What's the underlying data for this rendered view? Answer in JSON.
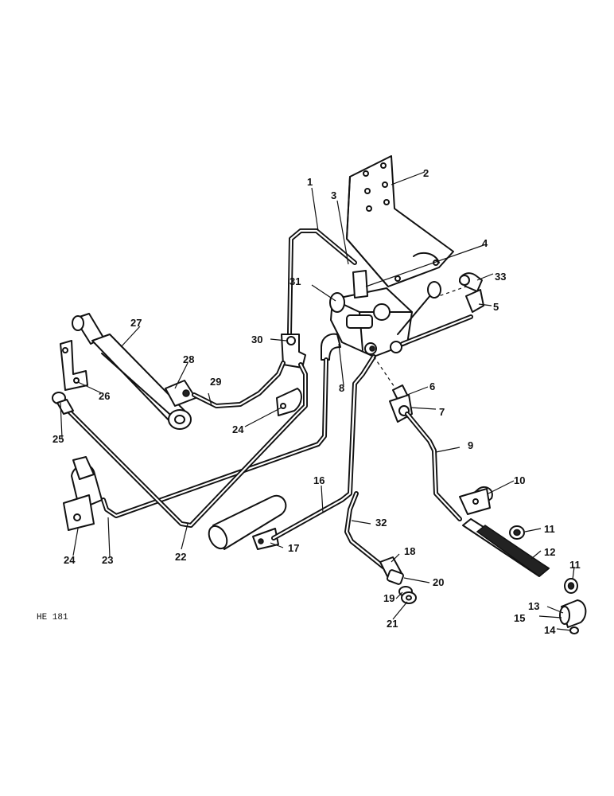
{
  "figure": {
    "id_text": "HE 181"
  },
  "callouts": {
    "c1": "1",
    "c2": "2",
    "c3": "3",
    "c4": "4",
    "c5": "5",
    "c6": "6",
    "c7": "7",
    "c8": "8",
    "c9": "9",
    "c10": "10",
    "c11a": "11",
    "c11b": "11",
    "c12": "12",
    "c13": "13",
    "c14": "14",
    "c15": "15",
    "c16": "16",
    "c17": "17",
    "c18": "18",
    "c19": "19",
    "c20": "20",
    "c21": "21",
    "c22": "22",
    "c23": "23",
    "c24a": "24",
    "c24b": "24",
    "c25": "25",
    "c26": "26",
    "c27": "27",
    "c28": "28",
    "c29": "29",
    "c30": "30",
    "c31": "31",
    "c32": "32",
    "c33": "33"
  }
}
